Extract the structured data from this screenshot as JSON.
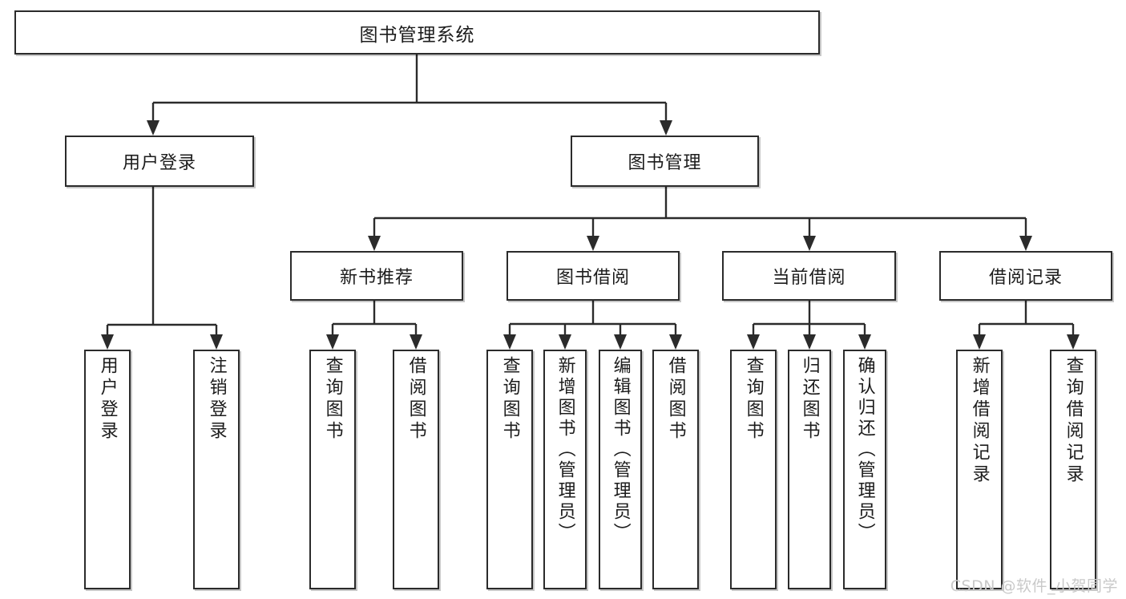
{
  "diagram": {
    "title": "图书管理系统",
    "type": "tree",
    "watermark": "CSDN @软件_小贺同学",
    "colors": {
      "box_border": "#2b2b2b",
      "box_fill": "#ffffff",
      "connector": "#2b2b2b",
      "text": "#1c1c1c",
      "watermark": "#c9c9c9",
      "background": "#ffffff"
    },
    "root": {
      "label": "图书管理系统"
    },
    "level2": [
      {
        "label": "用户登录"
      },
      {
        "label": "图书管理"
      }
    ],
    "level3": [
      {
        "label": "新书推荐"
      },
      {
        "label": "图书借阅"
      },
      {
        "label": "当前借阅"
      },
      {
        "label": "借阅记录"
      }
    ],
    "leaves": {
      "user_login": [
        {
          "label": "用户登录"
        },
        {
          "label": "注销登录"
        }
      ],
      "new_book": [
        {
          "label": "查询图书"
        },
        {
          "label": "借阅图书"
        }
      ],
      "book_borrow": [
        {
          "label": "查询图书"
        },
        {
          "label": "新增图书（管理员）"
        },
        {
          "label": "编辑图书（管理员）"
        },
        {
          "label": "借阅图书"
        }
      ],
      "current_borrow": [
        {
          "label": "查询图书"
        },
        {
          "label": "归还图书"
        },
        {
          "label": "确认归还（管理员）"
        }
      ],
      "borrow_record": [
        {
          "label": "新增借阅记录"
        },
        {
          "label": "查询借阅记录"
        }
      ]
    }
  }
}
